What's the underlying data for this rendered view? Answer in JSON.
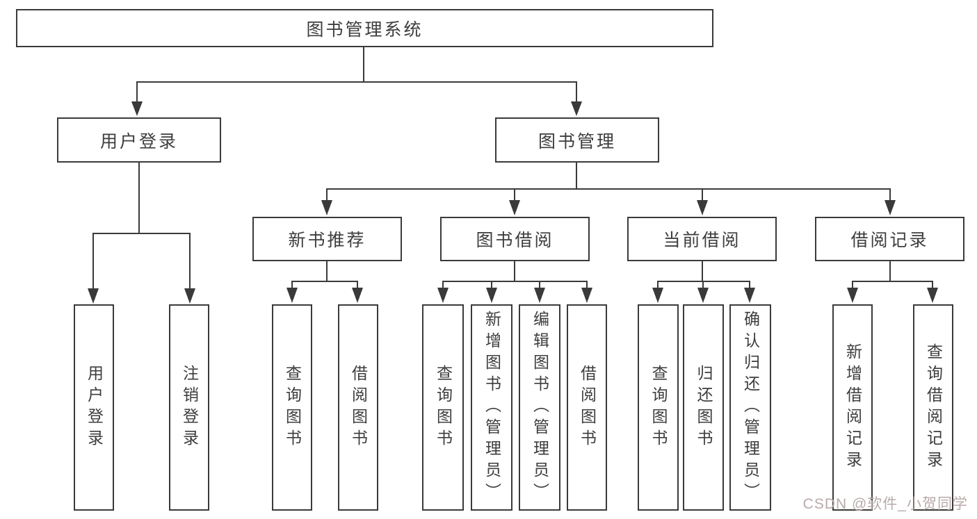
{
  "colors": {
    "line": "#3a3a3a",
    "box_border": "#3a3a3a",
    "text": "#3d3d3d",
    "background": "#ffffff",
    "watermark_text": "#b9aaaa"
  },
  "watermark": "CSDN @软件_小贺同学",
  "tree": {
    "root": {
      "label": "图书管理系统"
    },
    "branches": [
      {
        "label": "用户登录",
        "leaves": [
          {
            "label": "用户登录"
          },
          {
            "label": "注销登录"
          }
        ]
      },
      {
        "label": "图书管理",
        "groups": [
          {
            "label": "新书推荐",
            "leaves": [
              {
                "label": "查询图书"
              },
              {
                "label": "借阅图书"
              }
            ]
          },
          {
            "label": "图书借阅",
            "leaves": [
              {
                "label": "查询图书"
              },
              {
                "label": "新增图书（管理员）"
              },
              {
                "label": "编辑图书（管理员）"
              },
              {
                "label": "借阅图书"
              }
            ]
          },
          {
            "label": "当前借阅",
            "leaves": [
              {
                "label": "查询图书"
              },
              {
                "label": "归还图书"
              },
              {
                "label": "确认归还（管理员）"
              }
            ]
          },
          {
            "label": "借阅记录",
            "leaves": [
              {
                "label": "新增借阅记录"
              },
              {
                "label": "查询借阅记录"
              }
            ]
          }
        ]
      }
    ]
  }
}
